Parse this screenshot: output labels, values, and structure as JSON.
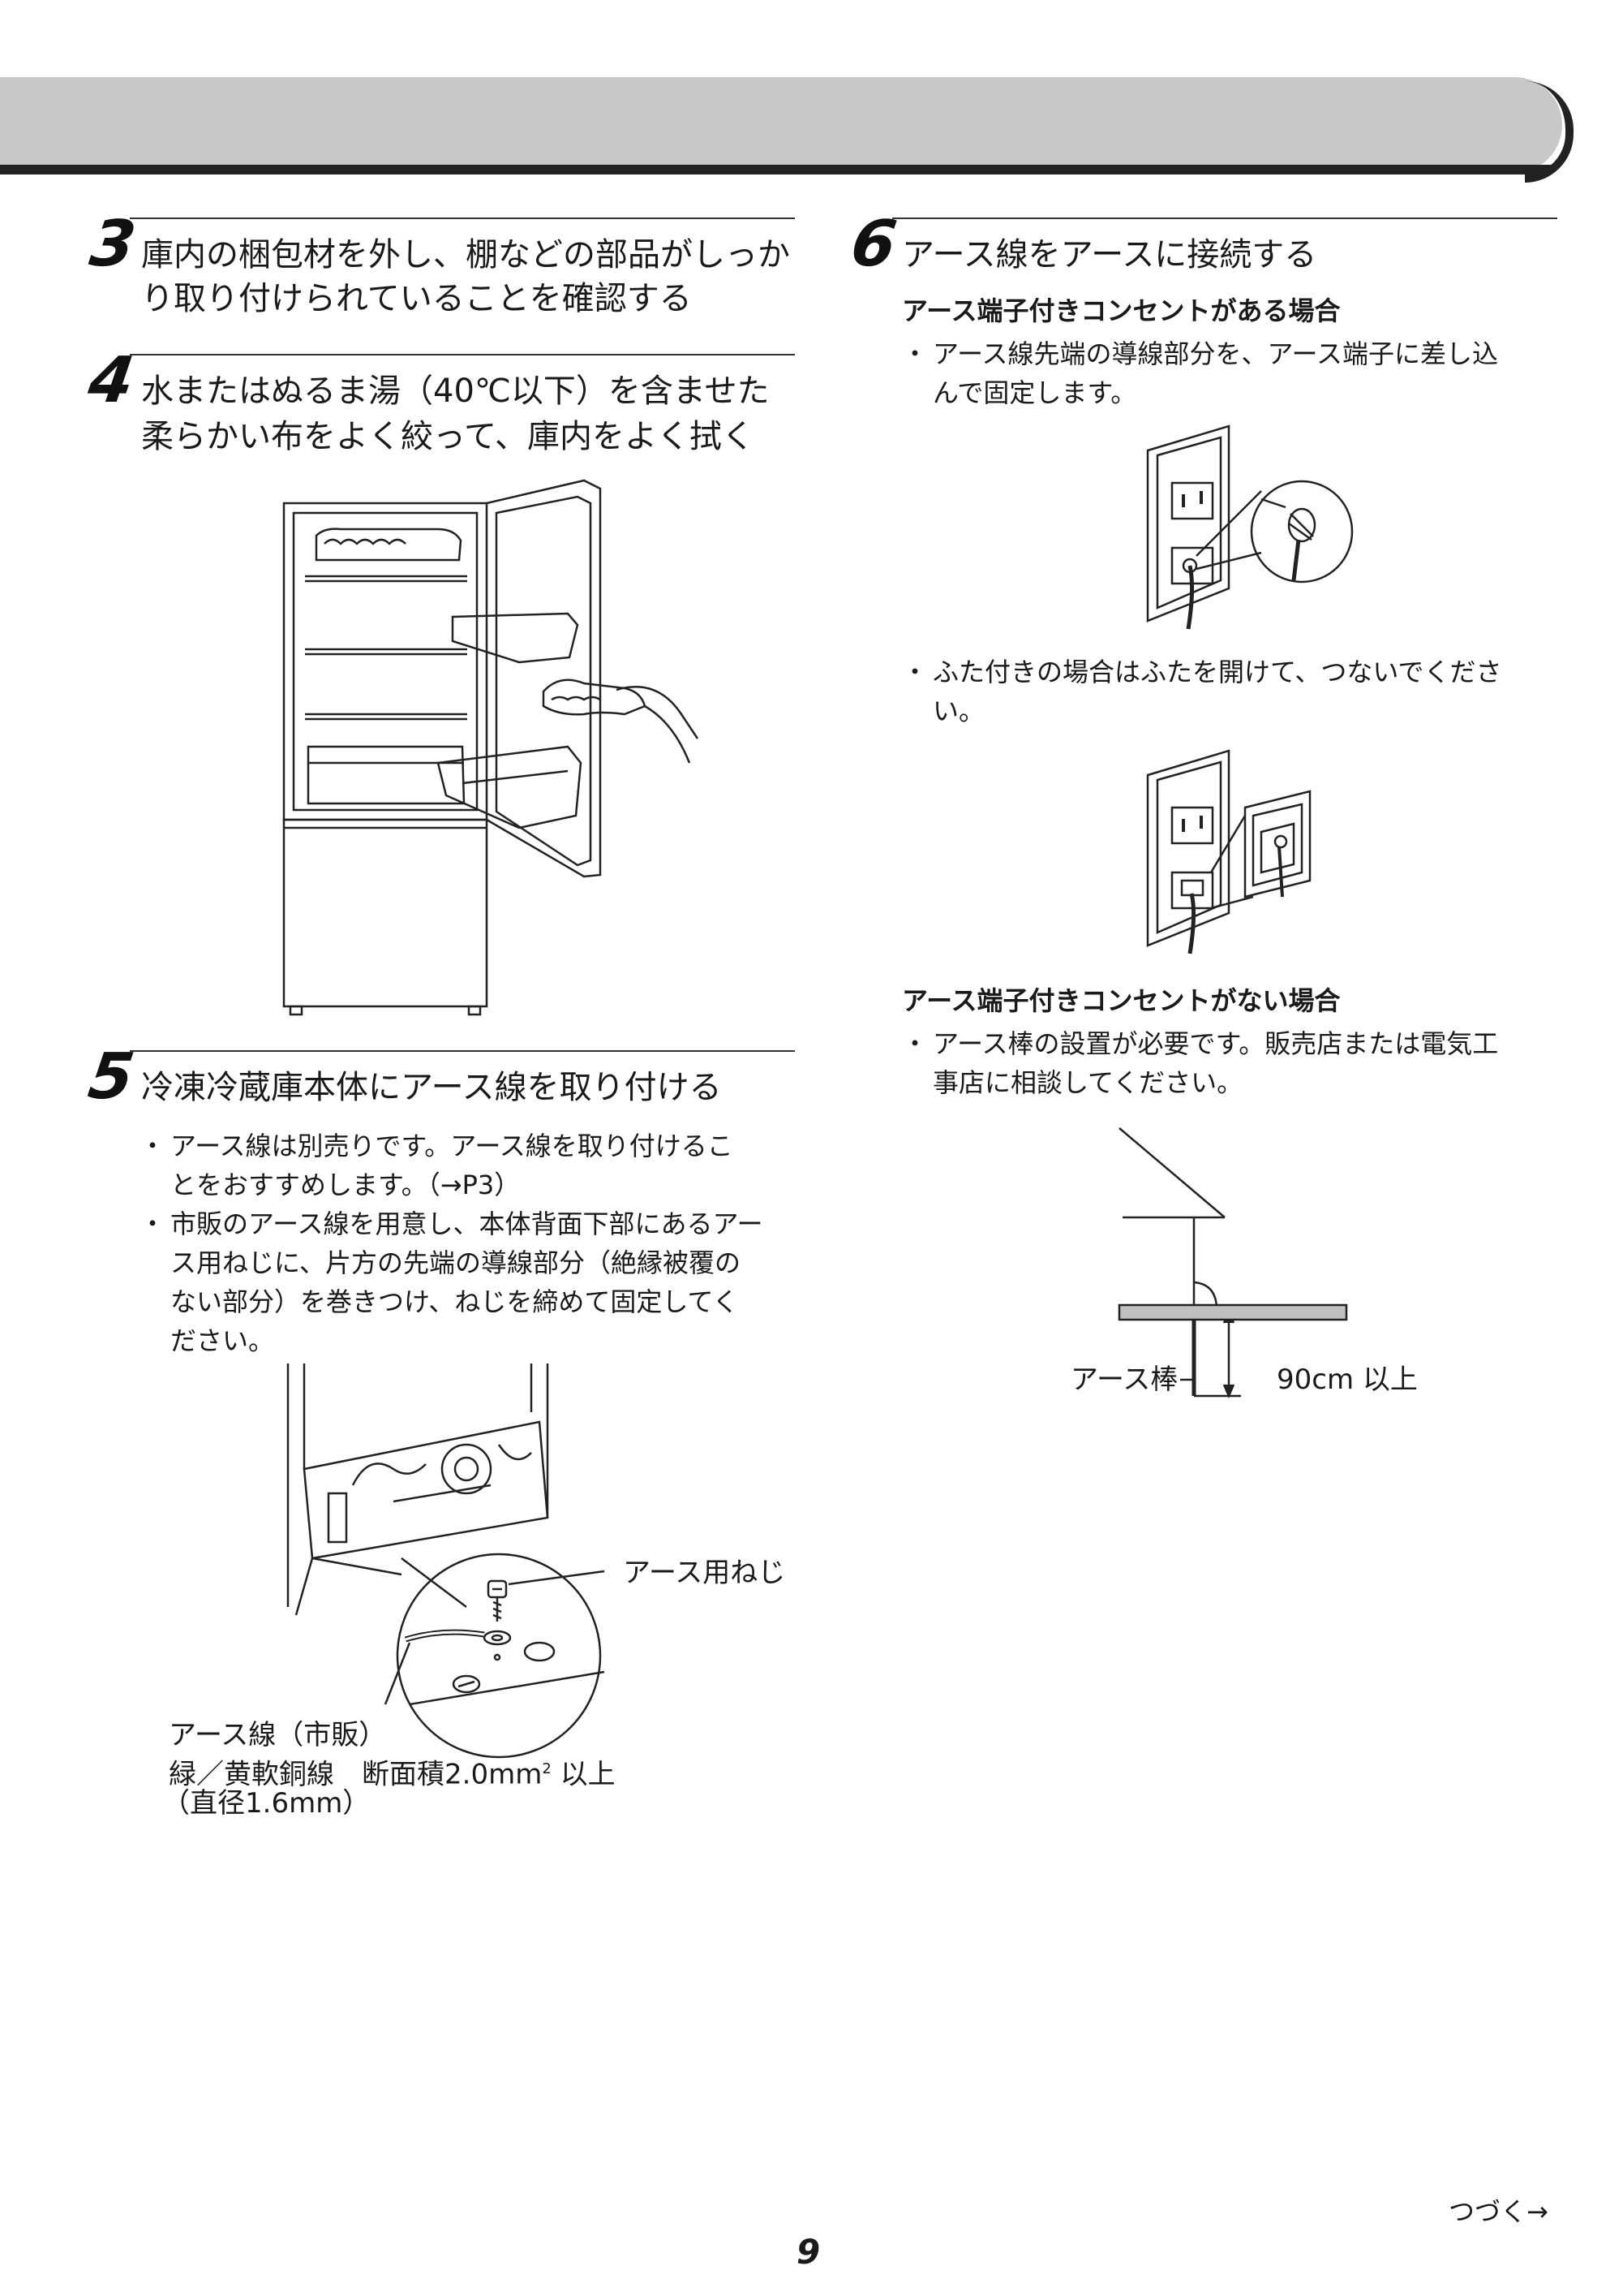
{
  "step3": {
    "number": "3",
    "title_line1": "庫内の梱包材を外し、棚などの部品がしっか",
    "title_line2": "り取り付けられていることを確認する"
  },
  "step4": {
    "number": "4",
    "title_line1": "水またはぬるま湯（40℃以下）を含ませた",
    "title_line2": "柔らかい布をよく絞って、庫内をよく拭く"
  },
  "step5": {
    "number": "5",
    "title": "冷凍冷蔵庫本体にアース線を取り付ける",
    "bullet1_line1": "アース線は別売りです。アース線を取り付けるこ",
    "bullet1_line2": "とをおすすめします。（→P3）",
    "bullet2_line1": "市販のアース線を用意し、本体背面下部にあるアー",
    "bullet2_line2": "ス用ねじに、片方の先端の導線部分（絶縁被覆の",
    "bullet2_line3": "ない部分）を巻きつけ、ねじを締めて固定してく",
    "bullet2_line4": "ださい。",
    "label_screw": "アース用ねじ",
    "label_wire": "アース線（市販）",
    "label_spec": "緑／黄軟銅線　断面積2.0mm",
    "label_spec_sup": "2",
    "label_spec_tail": " 以上",
    "label_diameter": "（直径1.6mm）"
  },
  "step6": {
    "number": "6",
    "title": "アース線をアースに接続する",
    "case1_title": "アース端子付きコンセントがある場合",
    "case1_bullet_line1": "アース線先端の導線部分を、アース端子に差し込",
    "case1_bullet_line2": "んで固定します。",
    "case1_bullet2_line1": "ふた付きの場合はふたを開けて、つないでくださ",
    "case1_bullet2_line2": "い。",
    "case2_title": "アース端子付きコンセントがない場合",
    "case2_bullet_line1": "アース棒の設置が必要です。販売店または電気工",
    "case2_bullet_line2": "事店に相談してください。",
    "label_rod": "アース棒",
    "label_depth": "90cm 以上"
  },
  "footer": {
    "continue": "つづく→",
    "page_number": "9"
  }
}
